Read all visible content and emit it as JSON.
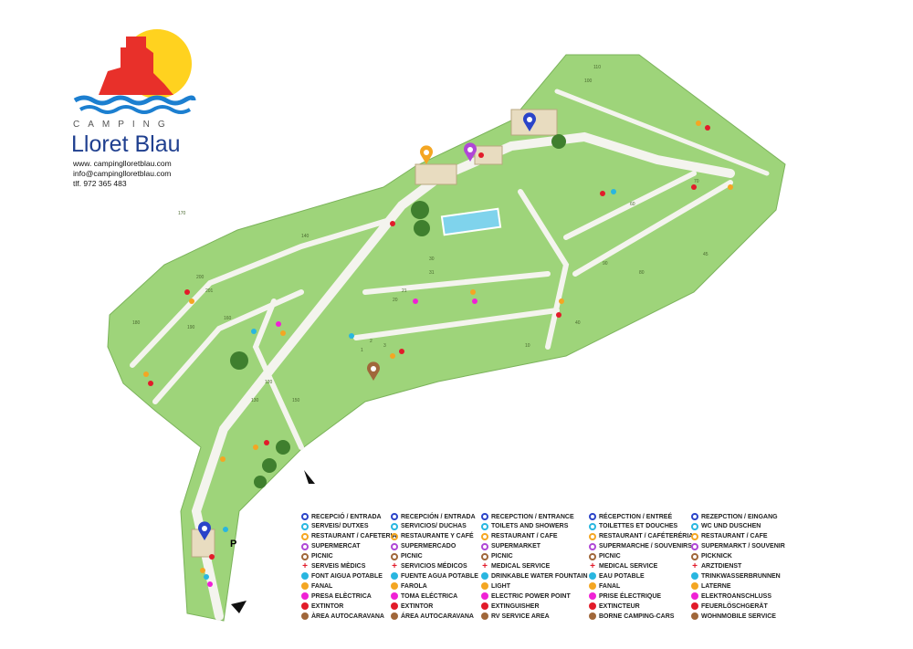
{
  "logo": {
    "camping": "CAMPING",
    "brand": "Lloret Blau",
    "website": "www. campinglloretblau.com",
    "email": "info@campinglloretblau.com",
    "phone": "tlf. 972 365 483"
  },
  "map": {
    "parking": "P",
    "pitches": [
      "1",
      "2",
      "3",
      "10",
      "20",
      "21",
      "30",
      "31",
      "40",
      "45",
      "60",
      "70",
      "80",
      "90",
      "100",
      "110",
      "120",
      "130",
      "140",
      "150",
      "160",
      "170",
      "180",
      "190",
      "200",
      "201"
    ]
  },
  "colors": {
    "green": "#9ed47a",
    "road": "#f4f4ee",
    "blue": "#2a44c9",
    "cyan": "#29b6e0",
    "orange": "#f4a623",
    "purple": "#b047d6",
    "brown": "#a0673a",
    "red": "#e21b2a",
    "magenta": "#f021d6"
  },
  "legend": {
    "icons": [
      "pin-blue",
      "pin-cyan",
      "pin-orange",
      "pin-purple",
      "pin-brown",
      "cross-red",
      "dot-cyan",
      "dot-orange",
      "dot-magenta",
      "dot-red",
      "dot-brown"
    ],
    "columns": [
      [
        "RECEPCIÓ / ENTRADA",
        "SERVEIS/ DUTXES",
        "RESTAURANT / CAFETERIA",
        "SUPERMERCAT",
        "PICNIC",
        "SERVEIS MÈDICS",
        "FONT AIGUA POTABLE",
        "FANAL",
        "PRESA ELÈCTRICA",
        "EXTINTOR",
        "ÀREA AUTOCARAVANA"
      ],
      [
        "RECEPCIÓN / ENTRADA",
        "SERVICIOS/ DUCHAS",
        "RESTAURANTE Y CAFÉ",
        "SUPERMERCADO",
        "PICNIC",
        "SERVICIOS MÉDICOS",
        "FUENTE AGUA POTABLE",
        "FAROLA",
        "TOMA ELÉCTRICA",
        "EXTINTOR",
        "ÁREA AUTOCARAVANA"
      ],
      [
        "RECEPCTION / ENTRANCE",
        "TOILETS AND SHOWERS",
        "RESTAURANT / CAFE",
        "SUPERMARKET",
        "PICNIC",
        "MEDICAL SERVICE",
        "DRINKABLE WATER FOUNTAIN",
        "LIGHT",
        "ELECTRIC POWER POINT",
        "EXTINGUISHER",
        "RV SERVICE AREA"
      ],
      [
        "RÉCEPCTION / ENTREÉ",
        "TOILETTES ET DOUCHES",
        "RESTAURANT / CAFÉTERÉRIA",
        "SUPERMARCHE / SOUVENIRS",
        "PICNIC",
        "MEDICAL SERVICE",
        "EAU POTABLE",
        "FANAL",
        "PRISE ÉLECTRIQUE",
        "EXTINCTEUR",
        "BORNE CAMPING-CARS"
      ],
      [
        "REZEPCTION / EINGANG",
        "WC UND DUSCHEN",
        "RESTAURANT / CAFE",
        "SUPERMARKT / SOUVENIR",
        "PICKNICK",
        "ARZTDIENST",
        "TRINKWASSERBRUNNEN",
        "LATERNE",
        "ELEKTROANSCHLUSS",
        "FEUERLÖSCHGERÄT",
        "WOHNMOBILE SERVICE"
      ]
    ]
  }
}
